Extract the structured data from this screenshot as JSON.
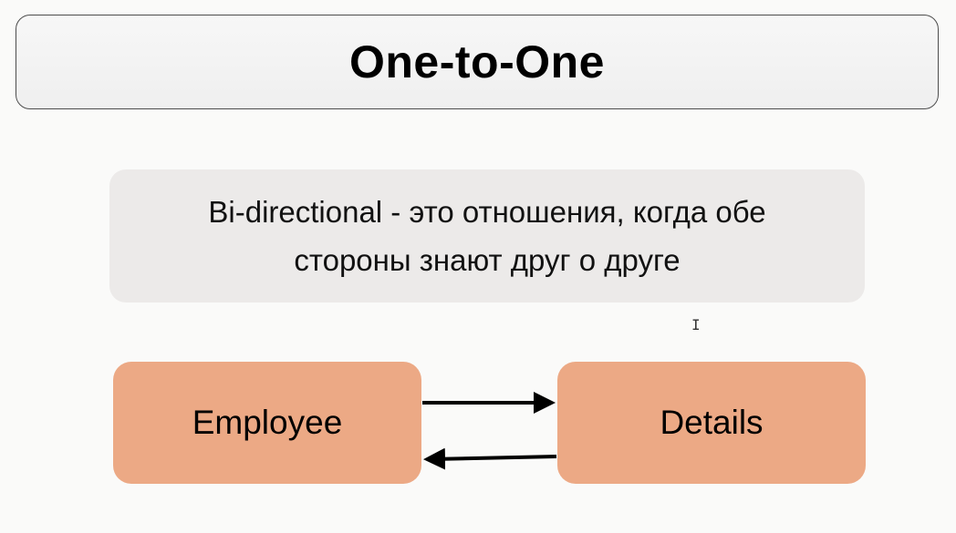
{
  "title": "One-to-One",
  "description": "Bi-directional - это отношения, когда обе стороны знают друг о друге",
  "entities": {
    "left": "Employee",
    "right": "Details"
  },
  "relations": [
    {
      "from": "Employee",
      "to": "Details"
    },
    {
      "from": "Details",
      "to": "Employee"
    }
  ],
  "cursor_glyph": "I",
  "colors": {
    "entity_fill": "#eca985",
    "description_fill": "#eceae9",
    "title_fill": "#f3f3f3",
    "arrow": "#000000"
  }
}
